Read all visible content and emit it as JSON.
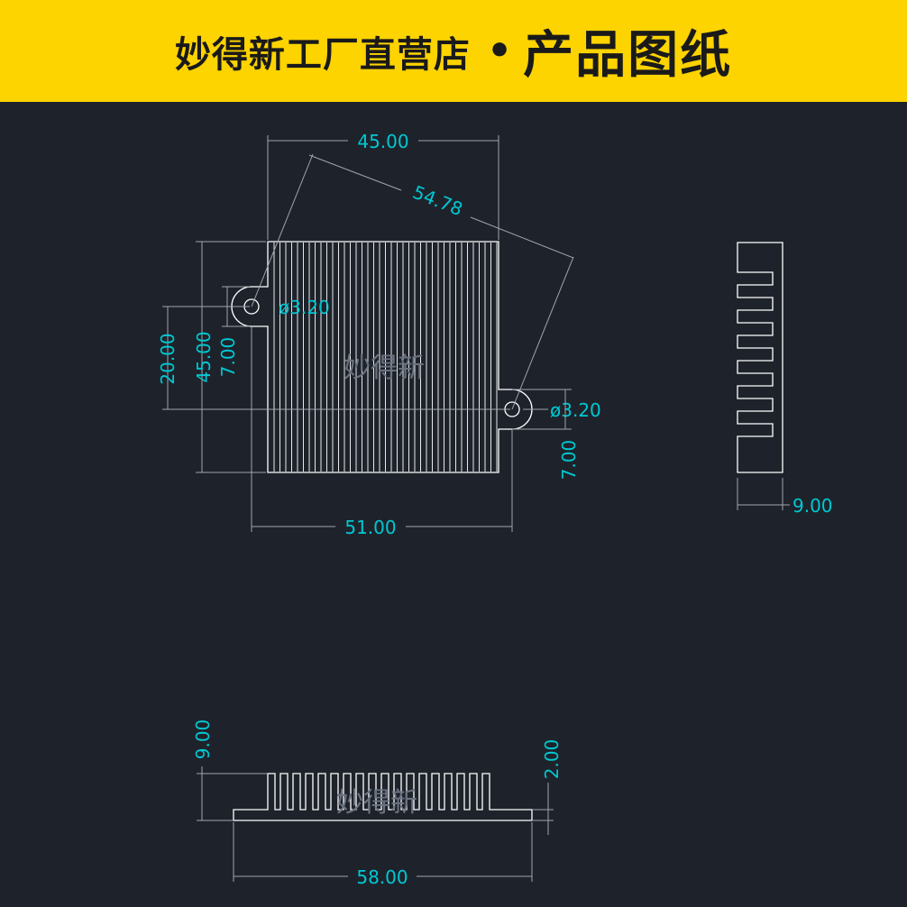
{
  "header": {
    "shop_name": "妙得新工厂直营店",
    "separator": "•",
    "subtitle": "产品图纸"
  },
  "watermark": "妙得新",
  "dimensions": {
    "top_width": "45.00",
    "diagonal": "54.78",
    "hole_left": "ø3.20",
    "hole_right": "ø3.20",
    "hole_span_vertical": "20.00",
    "body_height": "45.00",
    "left_hole_offset": "7.00",
    "right_hole_offset": "7.00",
    "hole_span_horizontal": "51.00",
    "side_width": "9.00",
    "front_height": "9.00",
    "base_thickness": "2.00",
    "base_width": "58.00"
  },
  "colors": {
    "banner": "#fdd300",
    "background": "#1e232b",
    "dimension_text": "#00c8d2",
    "outline": "#ffffff"
  }
}
